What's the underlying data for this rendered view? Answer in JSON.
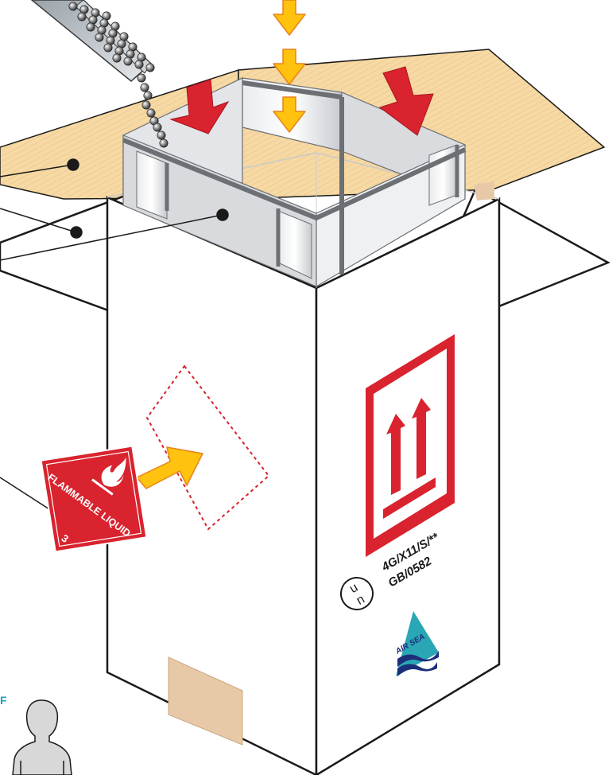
{
  "placard": {
    "text": "FLAMMABLE LIQUID",
    "class_number": "3",
    "color": "#d9232e"
  },
  "un_marking": {
    "symbol_top": "u",
    "symbol_bottom": "n",
    "line1": "4G/X11/S/**",
    "line2": "GB/0582"
  },
  "airsea_logo": {
    "text": "AIR SEA",
    "colors": [
      "#2aa7b5",
      "#1c2f7a"
    ]
  },
  "corner_fragment": "F",
  "colors": {
    "box_outline": "#1a1a1a",
    "lid_cardboard": "#f6d9a4",
    "orientation_label": "#d9232e",
    "arrow_red": "#d9232e",
    "arrow_yellow": "#ffc20e",
    "divider_gray": "#cfd2d6",
    "tape_patch": "#e7c9a8"
  },
  "icons": [
    "scoop-icon",
    "down-arrow-icon",
    "this-way-up-icon",
    "flame-icon",
    "person-icon"
  ]
}
